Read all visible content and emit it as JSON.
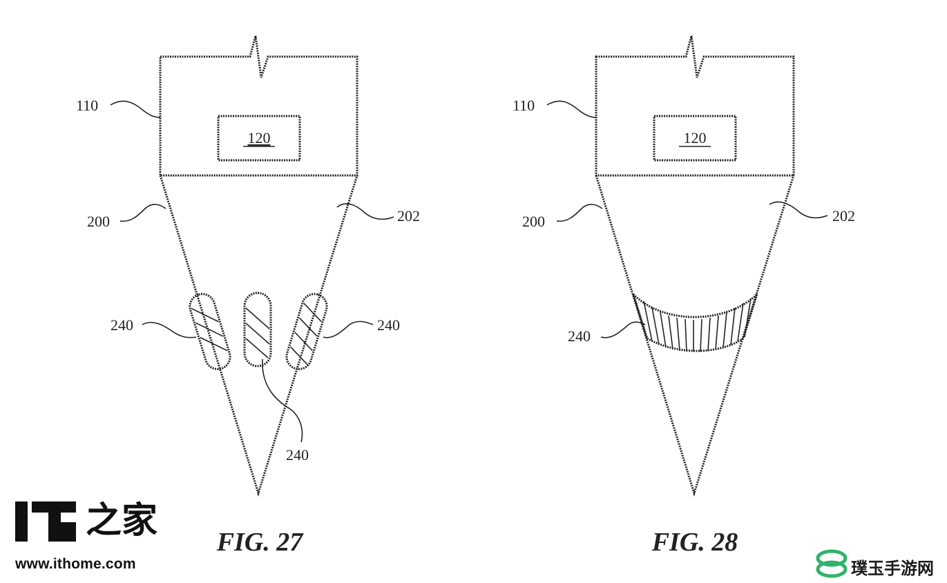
{
  "figures": [
    {
      "caption": "FIG. 27",
      "labels": {
        "housing": "110",
        "component": "120",
        "left_side": "200",
        "right_side": "202",
        "pad_left": "240",
        "pad_right": "240",
        "pad_center": "240"
      }
    },
    {
      "caption": "FIG. 28",
      "labels": {
        "housing": "110",
        "component": "120",
        "left_side": "200",
        "right_side": "202",
        "band": "240"
      }
    }
  ],
  "watermarks": {
    "ithome_logo": "IT之家",
    "ithome_url": "www.ithome.com",
    "game_site": "璞玉手游网"
  }
}
